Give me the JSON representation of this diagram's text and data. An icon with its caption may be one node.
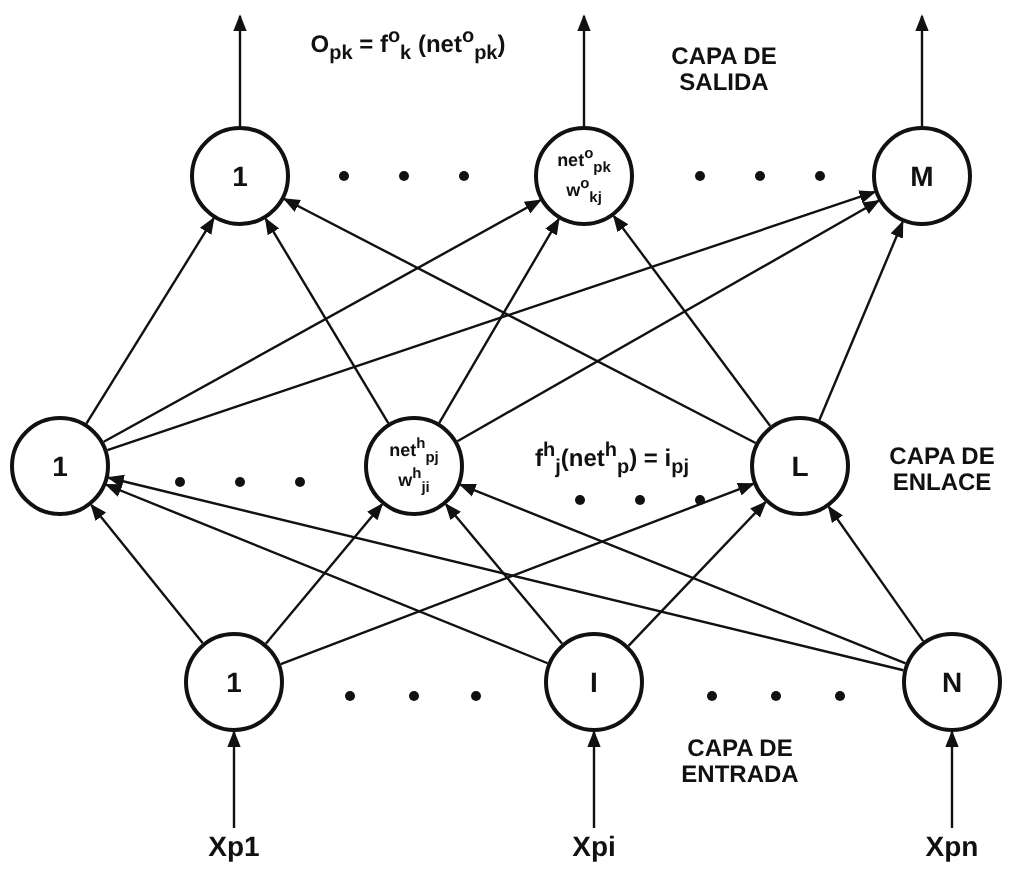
{
  "diagram": {
    "nodes": [
      {
        "text": [
          "1"
        ]
      },
      {
        "text": [
          "net$^{o}$$_{pk}$ w$^{o}$$_{kj}$"
        ]
      },
      {
        "text": [
          "M"
        ]
      },
      {
        "text": [
          "1"
        ]
      },
      {
        "text": [
          "net$^{h}$$_{pj}$ w$^{h}$$_{ji}$"
        ]
      },
      {
        "text": [
          "L"
        ]
      },
      {
        "text": [
          "1"
        ]
      },
      {
        "text": [
          "I"
        ]
      },
      {
        "text": [
          "N"
        ]
      },
      {
        "text": [
          "Xp1"
        ]
      },
      {
        "text": [
          "Xpi"
        ]
      },
      {
        "text": [
          "Xpn"
        ]
      }
    ],
    "edges": [
      {
        "from": 0,
        "to": null,
        "arrow": "to"
      },
      {
        "from": 1,
        "to": null,
        "arrow": "to"
      },
      {
        "from": 2,
        "to": null,
        "arrow": "to"
      },
      {
        "from": 3,
        "to": 0,
        "arrow": "to"
      },
      {
        "from": 3,
        "to": 1,
        "arrow": "to"
      },
      {
        "from": 3,
        "to": 2,
        "arrow": "to"
      },
      {
        "from": 4,
        "to": 0,
        "arrow": "to"
      },
      {
        "from": 4,
        "to": 1,
        "arrow": "to"
      },
      {
        "from": 4,
        "to": 2,
        "arrow": "to"
      },
      {
        "from": 5,
        "to": 0,
        "arrow": "to"
      },
      {
        "from": 5,
        "to": 1,
        "arrow": "to"
      },
      {
        "from": 5,
        "to": 2,
        "arrow": "to"
      },
      {
        "from": 6,
        "to": 3,
        "arrow": "to"
      },
      {
        "from": 6,
        "to": 4,
        "arrow": "to"
      },
      {
        "from": 6,
        "to": 5,
        "arrow": "to"
      },
      {
        "from": 7,
        "to": 3,
        "arrow": "to"
      },
      {
        "from": 7,
        "to": 4,
        "arrow": "to"
      },
      {
        "from": 7,
        "to": 5,
        "arrow": "to"
      },
      {
        "from": 8,
        "to": 3,
        "arrow": "to"
      },
      {
        "from": 8,
        "to": 4,
        "arrow": "to"
      },
      {
        "from": 8,
        "to": 5,
        "arrow": "to"
      },
      {
        "from": 9,
        "to": 6,
        "arrow": "to"
      },
      {
        "from": 10,
        "to": 7,
        "arrow": "to"
      },
      {
        "from": 11,
        "to": 8,
        "arrow": "to"
      }
    ],
    "labels": [
      "O$_{pk}$ = f$^{o}$$_{k}$ (net$^{o}$$_{pk}$)",
      "CAPA DE SALIDA",
      "f$^{h}$$_{j}$(net$^{h}$$_{p}$) = i$_{pj}$",
      "CAPA DE ENLACE",
      "CAPA DE ENTRADA"
    ]
  }
}
